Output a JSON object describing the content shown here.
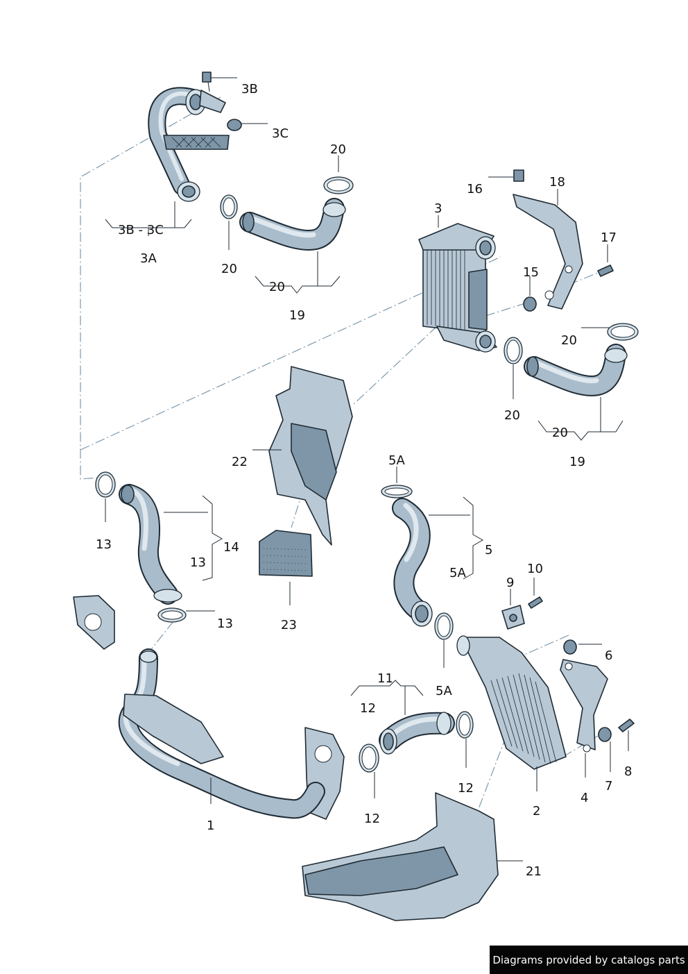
{
  "labels": {
    "l3B": "3B",
    "l3C": "3C",
    "l3Bc": "3B - 3C",
    "l3A": "3A",
    "l20a": "20",
    "l20b": "20",
    "l20c": "20",
    "l19a": "19",
    "l3": "3",
    "l16": "16",
    "l18": "18",
    "l17": "17",
    "l15": "15",
    "l20d": "20",
    "l20e": "20",
    "l20f": "20",
    "l19b": "19",
    "l22": "22",
    "l23": "23",
    "l13a": "13",
    "l13b": "13",
    "l13c": "13",
    "l14": "14",
    "l5Aa": "5A",
    "l5": "5",
    "l5Ab": "5A",
    "l5Ac": "5A",
    "l9": "9",
    "l10": "10",
    "l6": "6",
    "l7": "7",
    "l8": "8",
    "l4": "4",
    "l2": "2",
    "l11": "11",
    "l12a": "12",
    "l12b": "12",
    "l12c": "12",
    "l1": "1",
    "l21": "21"
  },
  "footer": {
    "text": "Diagrams provided by catalogs parts"
  }
}
